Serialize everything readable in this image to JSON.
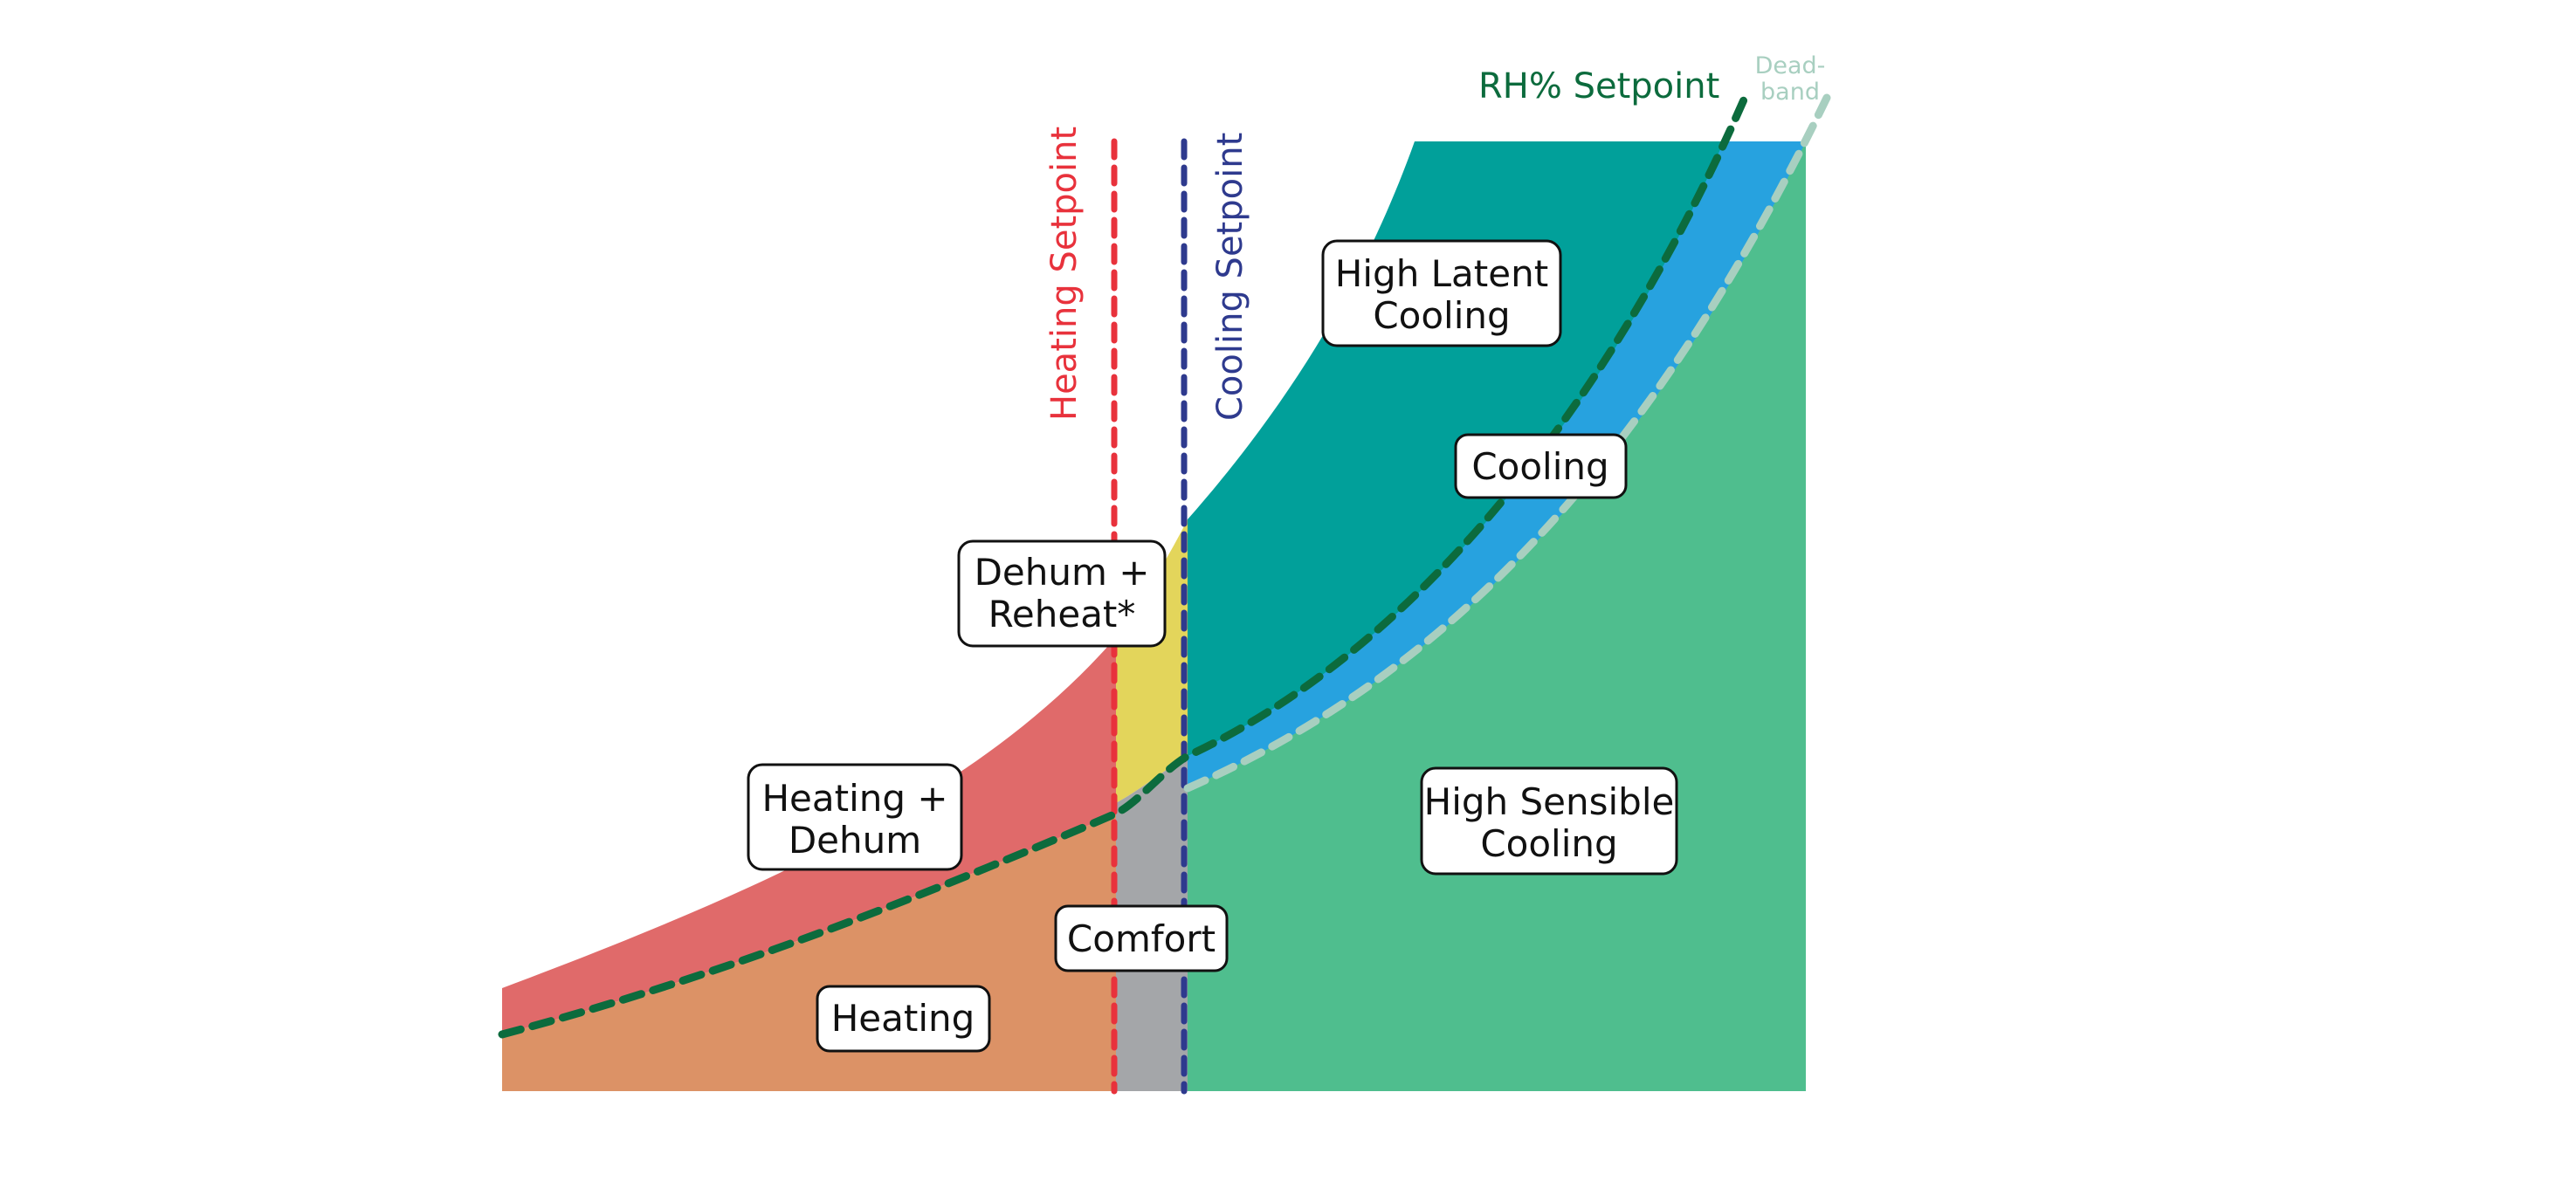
{
  "diagram": {
    "setpoints": {
      "heating": "Heating Setpoint",
      "cooling": "Cooling Setpoint",
      "rh": "RH% Setpoint",
      "deadband_line1": "Dead-",
      "deadband_line2": "band"
    },
    "zones": {
      "high_latent_cooling": [
        "High Latent",
        "Cooling"
      ],
      "cooling": [
        "Cooling"
      ],
      "dehum_reheat": [
        "Dehum +",
        "Reheat*"
      ],
      "heating_dehum": [
        "Heating +",
        "Dehum"
      ],
      "high_sensible_cooling": [
        "High Sensible",
        "Cooling"
      ],
      "comfort": [
        "Comfort"
      ],
      "heating": [
        "Heating"
      ]
    },
    "colors": {
      "heating_dehum": "#E06A6A",
      "heating": "#DC9266",
      "dehum_reheat": "#E3D55B",
      "comfort": "#A4A6A9",
      "high_latent_cooling": "#01A09A",
      "cooling": "#27A2DF",
      "high_sensible_cooling": "#4FBE8E",
      "heating_setpoint": "#E8323C",
      "cooling_setpoint": "#2E3A8E",
      "rh_setpoint": "#0C6B3D",
      "deadband": "#A8CFC0"
    }
  }
}
